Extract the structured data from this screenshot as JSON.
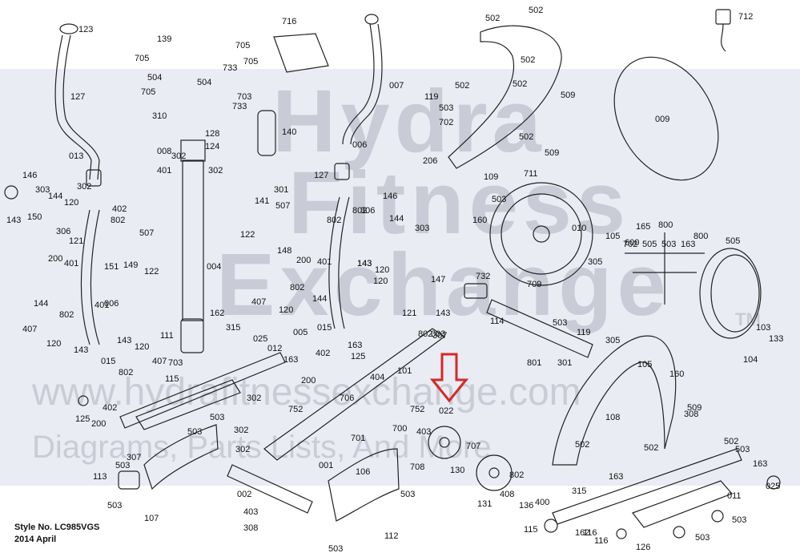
{
  "watermark": {
    "line1": "Hydra",
    "line2": "Fitness",
    "line3": "Exchange",
    "url": "www.hydrafitnessexchange.com",
    "tagline": "Diagrams, Parts Lists, And More",
    "tm": "TM"
  },
  "footer": {
    "style_no": "Style No. LC985VGS",
    "date": "2014 April"
  },
  "colors": {
    "watermark": "#c9ccd6",
    "highlight_arrow": "#d62828",
    "line": "#222222"
  },
  "icons": {
    "callout_arrow": "red-down-arrow-icon"
  },
  "parts": [
    "123",
    "127",
    "139",
    "705",
    "705",
    "705",
    "705",
    "716",
    "712",
    "502",
    "502",
    "502",
    "502",
    "502",
    "504",
    "504",
    "733",
    "733",
    "703",
    "310",
    "128",
    "124",
    "013",
    "008",
    "302",
    "401",
    "302",
    "302",
    "146",
    "303",
    "144",
    "120",
    "143",
    "150",
    "402",
    "306",
    "802",
    "121",
    "200",
    "401",
    "507",
    "149",
    "122",
    "151",
    "004",
    "006",
    "144",
    "407",
    "802",
    "120",
    "143",
    "015",
    "143",
    "120",
    "802",
    "407",
    "111",
    "162",
    "315",
    "025",
    "012",
    "703",
    "115",
    "125",
    "402",
    "200",
    "503",
    "503",
    "503",
    "307",
    "113",
    "107",
    "503",
    "302",
    "302",
    "752",
    "302",
    "001",
    "002",
    "403",
    "308",
    "503",
    "112",
    "106",
    "503",
    "140",
    "301",
    "141",
    "507",
    "122",
    "148",
    "200",
    "401",
    "143",
    "120",
    "144",
    "303",
    "147",
    "143",
    "120",
    "407",
    "802",
    "120",
    "163",
    "163",
    "802",
    "144",
    "005",
    "015",
    "401",
    "006",
    "007",
    "127",
    "146",
    "306",
    "802",
    "121",
    "143",
    "732",
    "114",
    "503",
    "119",
    "003",
    "119",
    "503",
    "702",
    "509",
    "502",
    "509",
    "206",
    "109",
    "711",
    "503",
    "160",
    "010",
    "305",
    "105",
    "600",
    "165",
    "800",
    "800",
    "505",
    "009",
    "709",
    "103",
    "133",
    "104",
    "305",
    "105",
    "160",
    "108",
    "502",
    "502",
    "509",
    "502",
    "503",
    "163",
    "025",
    "163",
    "315",
    "162",
    "011",
    "503",
    "503",
    "115",
    "116",
    "116",
    "126",
    "402",
    "200",
    "125",
    "404",
    "101",
    "706",
    "701",
    "752",
    "700",
    "022",
    "708",
    "707",
    "130",
    "131",
    "802",
    "408",
    "136",
    "400",
    "801",
    "301",
    "307",
    "802",
    "403",
    "308",
    "702",
    "505",
    "503",
    "163"
  ]
}
